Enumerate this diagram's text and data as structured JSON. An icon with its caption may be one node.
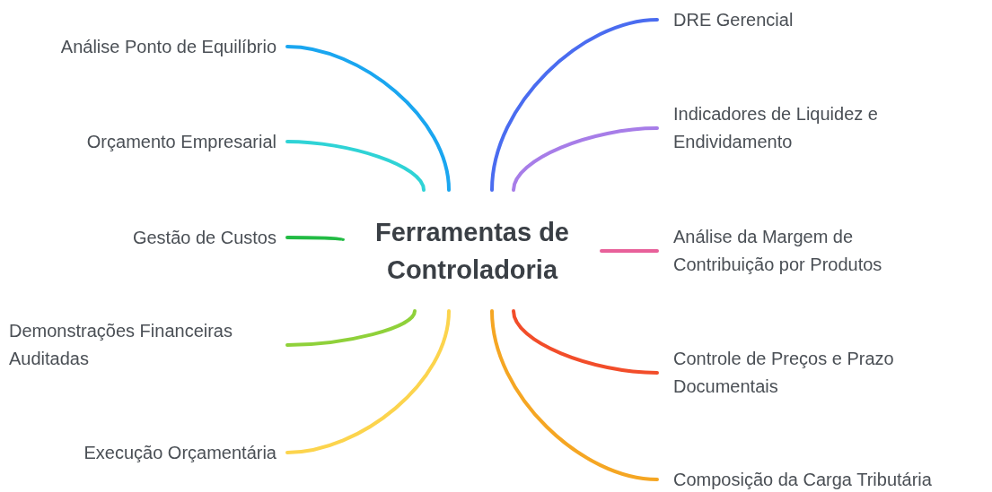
{
  "diagram": {
    "nodes": [
      {
        "text": [
          "Ferramentas de Controladoria"
        ]
      },
      {
        "text": [
          "Análise Ponto de Equilíbrio"
        ]
      },
      {
        "text": [
          "Orçamento Empresarial"
        ]
      },
      {
        "text": [
          "Gestão de Custos"
        ]
      },
      {
        "text": [
          "Demonstrações Financeiras Auditadas"
        ]
      },
      {
        "text": [
          "Execução Orçamentária"
        ]
      },
      {
        "text": [
          "DRE Gerencial"
        ]
      },
      {
        "text": [
          "Indicadores de Liquidez e Endividamento"
        ]
      },
      {
        "text": [
          "Análise da Margem de Contribuição por Produtos"
        ]
      },
      {
        "text": [
          "Controle de Preços e Prazo Documentais"
        ]
      },
      {
        "text": [
          "Composição da Carga Tributária"
        ]
      }
    ],
    "edges": [
      {
        "from": 0,
        "to": 1,
        "arrow": "none",
        "color": "#1aa6f0"
      },
      {
        "from": 0,
        "to": 2,
        "arrow": "none",
        "color": "#2fd3d6"
      },
      {
        "from": 0,
        "to": 3,
        "arrow": "none",
        "color": "#22bb44"
      },
      {
        "from": 0,
        "to": 4,
        "arrow": "none",
        "color": "#8fd13a"
      },
      {
        "from": 0,
        "to": 5,
        "arrow": "none",
        "color": "#fcd44d"
      },
      {
        "from": 0,
        "to": 6,
        "arrow": "none",
        "color": "#4a6cf0"
      },
      {
        "from": 0,
        "to": 7,
        "arrow": "none",
        "color": "#a77de8"
      },
      {
        "from": 0,
        "to": 8,
        "arrow": "none",
        "color": "#e8609a"
      },
      {
        "from": 0,
        "to": 9,
        "arrow": "none",
        "color": "#f24d2a"
      },
      {
        "from": 0,
        "to": 10,
        "arrow": "none",
        "color": "#f5a623"
      }
    ]
  }
}
